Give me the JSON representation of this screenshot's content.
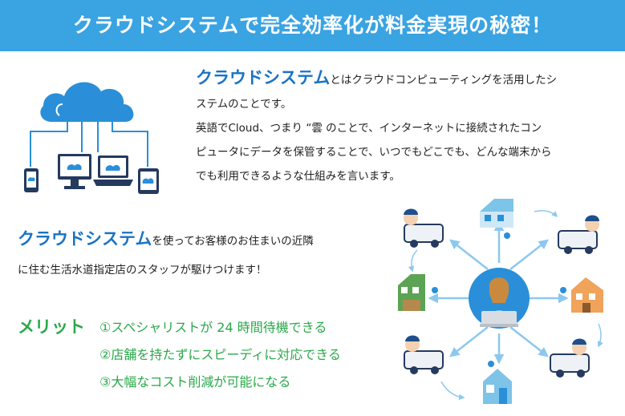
{
  "header": {
    "title": "クラウドシステムで完全効率化が料金実現の秘密！"
  },
  "intro": {
    "keyword": "クラウドシステム",
    "line1_rest": "とはクラウドコンピューティングを活用したシ",
    "line2": "ステムのことです。",
    "line3": "英語でCloud、つまり “雲 のことで、インターネットに接続されたコン",
    "line4": "ピュータにデータを保管することで、いつでもどこでも、どんな端末から",
    "line5": "でも利用できるような仕組みを言います。"
  },
  "staff": {
    "keyword": "クラウドシステム",
    "line1_rest": "を使ってお客様のお住まいの近隣",
    "line2": "に住む生活水道指定店のスタッフが駆けつけます！"
  },
  "merits": {
    "title": "メリット",
    "items": [
      "①スペシャリストが 24 時間待機できる",
      "②店舗を持たずにスピーディに対応できる",
      "③大幅なコスト削減が可能になる"
    ]
  },
  "colors": {
    "header_bg": "#3aa3e2",
    "keyword": "#1a73c4",
    "merit": "#2aa84a",
    "cloud": "#2a8fd8",
    "arrow": "#8cc8ee"
  },
  "icons": {
    "cloud": "cloud-icon",
    "devices": [
      "smartphone-icon",
      "monitor-icon",
      "laptop-icon",
      "tablet-icon"
    ],
    "operator": "operator-icon",
    "houses": "house-icon",
    "vans": "service-van-icon"
  }
}
